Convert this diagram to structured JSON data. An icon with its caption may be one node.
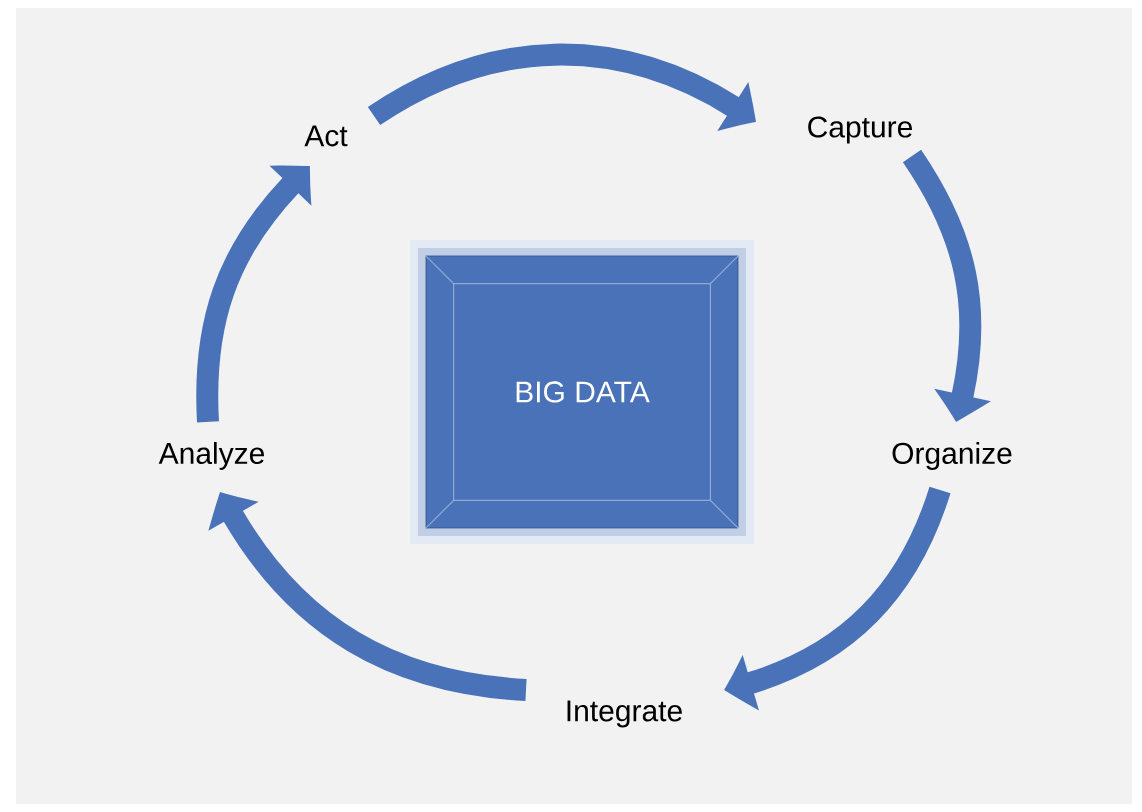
{
  "diagram": {
    "nodes": [
      {
        "text": [
          "BIG DATA"
        ]
      },
      {
        "text": [
          "Capture"
        ]
      },
      {
        "text": [
          "Organize"
        ]
      },
      {
        "text": [
          "Integrate"
        ]
      },
      {
        "text": [
          "Analyze"
        ]
      },
      {
        "text": [
          "Act"
        ]
      }
    ],
    "edges": [
      {
        "from": 5,
        "to": 1,
        "arrow": "to"
      },
      {
        "from": 1,
        "to": 2,
        "arrow": "to"
      },
      {
        "from": 2,
        "to": 3,
        "arrow": "to"
      },
      {
        "from": 3,
        "to": 4,
        "arrow": "to"
      },
      {
        "from": 4,
        "to": 5,
        "arrow": "to"
      }
    ]
  }
}
